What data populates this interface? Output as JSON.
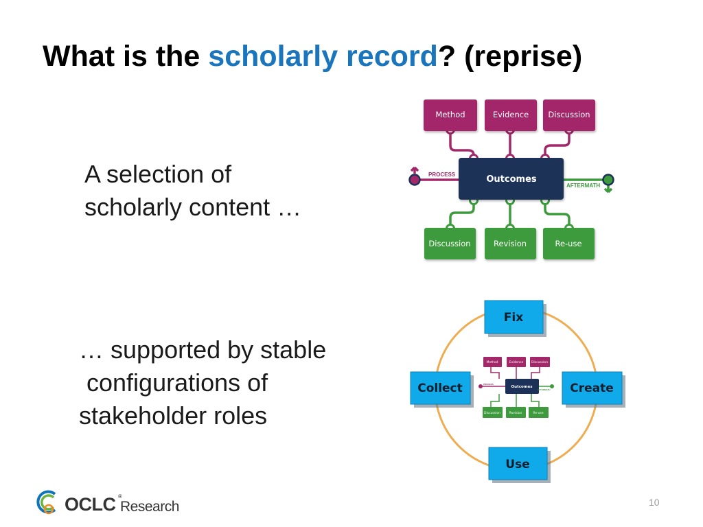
{
  "title": {
    "before": "What is the ",
    "accent": "scholarly record",
    "after": "? (reprise)",
    "accent_color": "#1a75bc"
  },
  "statements": {
    "first": [
      "A selection of",
      "scholarly content …"
    ],
    "second": [
      "… supported by stable",
      "configurations of",
      "stakeholder roles"
    ]
  },
  "record_diagram": {
    "top_boxes": [
      "Method",
      "Evidence",
      "Discussion"
    ],
    "center_label": "Outcomes",
    "bottom_boxes": [
      "Discussion",
      "Revision",
      "Re-use"
    ],
    "left_label": "PROCESS",
    "right_label": "AFTERMATH",
    "colors": {
      "top": "#a3286a",
      "center": "#1b3157",
      "bottom": "#3d9a3d"
    }
  },
  "roles_cycle": {
    "roles": {
      "top": "Fix",
      "left": "Collect",
      "right": "Create",
      "bottom": "Use"
    },
    "mini_diagram": {
      "top_boxes": [
        "Method",
        "Evidence",
        "Discussion"
      ],
      "center_label": "Outcomes",
      "bottom_boxes": [
        "Discussion",
        "Revision",
        "Re-use"
      ],
      "left_label": "PROCESS",
      "right_label": "AFTERMATH"
    },
    "colors": {
      "role_box": "#10a9e9",
      "ring": "#efad52"
    }
  },
  "logo": {
    "name": "OCLC",
    "registered": "®",
    "suffix": "Research"
  },
  "page_number": "10"
}
